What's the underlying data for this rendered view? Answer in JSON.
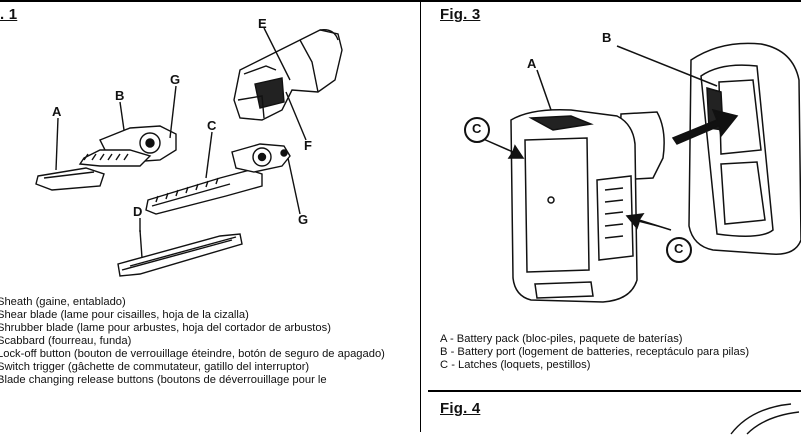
{
  "fig1": {
    "title": ". 1",
    "callouts": {
      "a": "A",
      "b": "B",
      "c": "C",
      "d": "D",
      "e": "E",
      "f": "F",
      "g1": "G",
      "g2": "G"
    },
    "legend": [
      "Sheath (gaine, entablado)",
      "Shear blade (lame pour cisailles, hoja de la cizalla)",
      "Shrubber blade (lame pour arbustes, hoja del cortador de arbustos)",
      "Scabbard (fourreau, funda)",
      "Lock-off button (bouton de verrouillage éteindre, botón de seguro de apagado)",
      "Switch trigger (gâchette de commutateur, gatillo del interruptor)",
      "Blade changing release buttons (boutons de déverrouillage pour le"
    ]
  },
  "fig3": {
    "title": "Fig. 3",
    "callouts": {
      "a": "A",
      "b": "B",
      "c1": "C",
      "c2": "C"
    },
    "legend": [
      "A - Battery pack (bloc-piles, paquete de baterías)",
      "B - Battery port (logement de batteries, receptáculo para pilas)",
      "C - Latches (loquets, pestillos)"
    ]
  },
  "fig4": {
    "title": "Fig. 4"
  }
}
